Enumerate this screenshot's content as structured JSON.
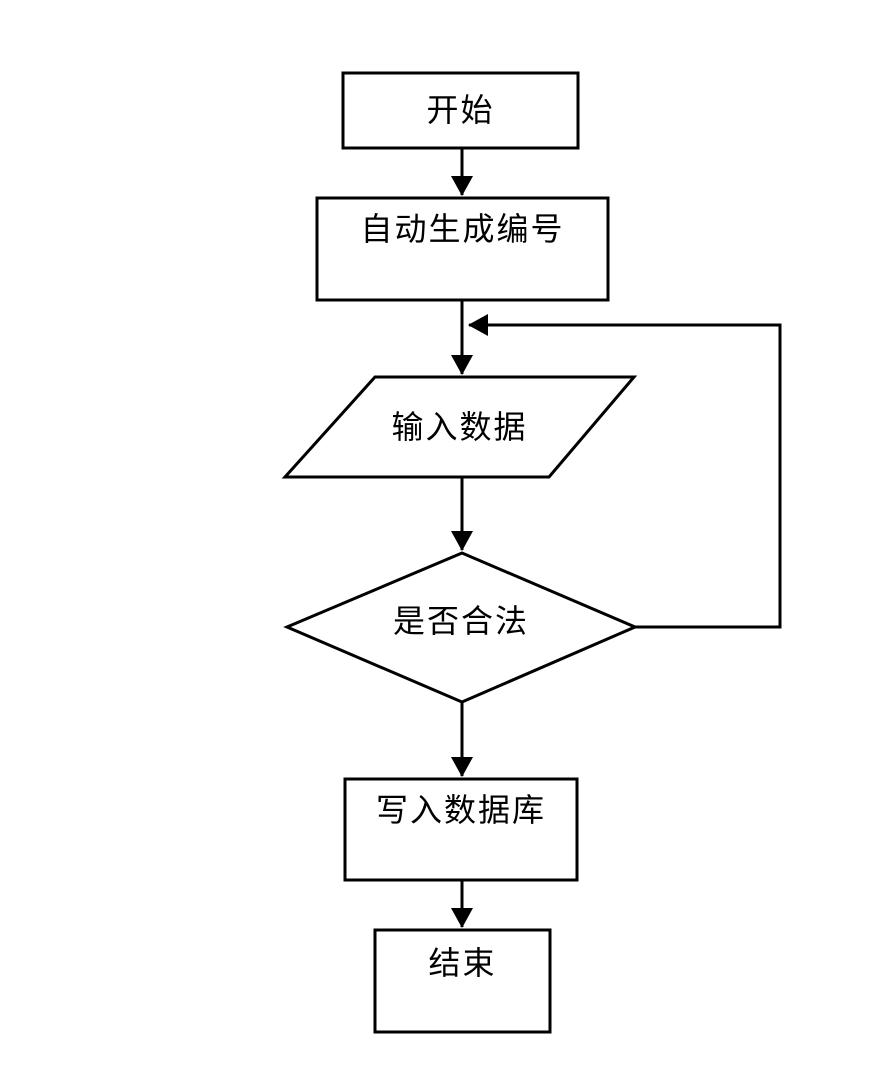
{
  "diagram": {
    "type": "flowchart",
    "background_color": "#ffffff",
    "stroke_color": "#000000",
    "text_color": "#000000",
    "nodes": [
      {
        "id": "start",
        "shape": "rectangle",
        "label": "开始"
      },
      {
        "id": "auto-number",
        "shape": "rectangle",
        "label": "自动生成编号"
      },
      {
        "id": "input-data",
        "shape": "parallelogram",
        "label": "输入数据"
      },
      {
        "id": "validate",
        "shape": "diamond",
        "label": "是否合法"
      },
      {
        "id": "write-db",
        "shape": "rectangle",
        "label": "写入数据库"
      },
      {
        "id": "end",
        "shape": "rectangle",
        "label": "结束"
      }
    ],
    "edges": [
      {
        "from": "start",
        "to": "auto-number",
        "style": "arrow-down"
      },
      {
        "from": "auto-number",
        "to": "input-data",
        "style": "arrow-down"
      },
      {
        "from": "input-data",
        "to": "validate",
        "style": "arrow-down"
      },
      {
        "from": "validate",
        "to": "input-data",
        "style": "loop-back-right"
      },
      {
        "from": "validate",
        "to": "write-db",
        "style": "arrow-down"
      },
      {
        "from": "write-db",
        "to": "end",
        "style": "arrow-down"
      }
    ]
  }
}
